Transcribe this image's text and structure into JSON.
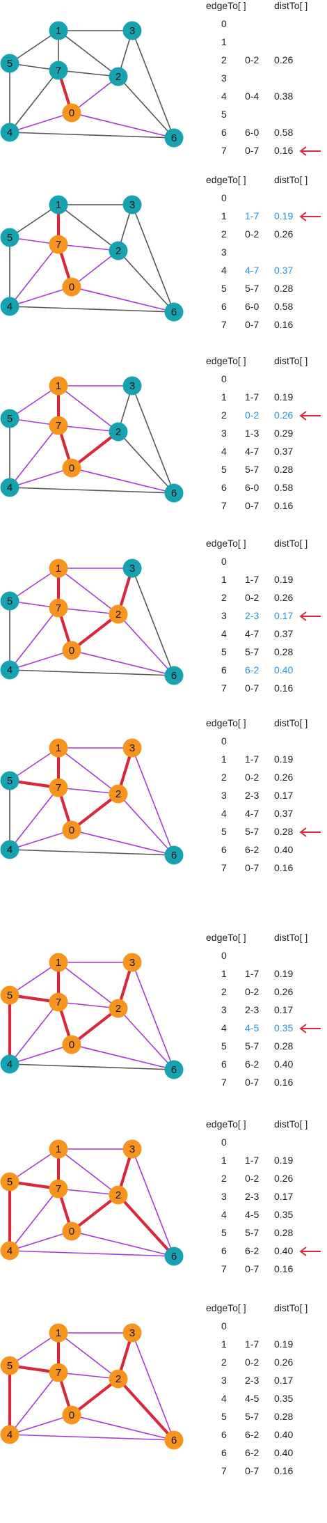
{
  "colors": {
    "tree_vertex": "#f7941d",
    "nontree_vertex": "#17a2b0",
    "tree_edge": "#d9273b",
    "crossing_edge": "#a43adb",
    "ineligible_edge": "#555555",
    "arrow": "#d9273b",
    "updated_text": "#2196e8"
  },
  "graph": {
    "vertices": [
      "0",
      "1",
      "2",
      "3",
      "4",
      "5",
      "6",
      "7"
    ],
    "edges": [
      {
        "id": "0-7",
        "u": 0,
        "v": 7
      },
      {
        "id": "2-3",
        "u": 2,
        "v": 3
      },
      {
        "id": "1-7",
        "u": 1,
        "v": 7
      },
      {
        "id": "0-2",
        "u": 0,
        "v": 2
      },
      {
        "id": "5-7",
        "u": 5,
        "v": 7
      },
      {
        "id": "1-3",
        "u": 1,
        "v": 3
      },
      {
        "id": "1-5",
        "u": 1,
        "v": 5
      },
      {
        "id": "2-7",
        "u": 2,
        "v": 7
      },
      {
        "id": "4-5",
        "u": 4,
        "v": 5
      },
      {
        "id": "1-2",
        "u": 1,
        "v": 2
      },
      {
        "id": "4-7",
        "u": 4,
        "v": 7
      },
      {
        "id": "0-4",
        "u": 0,
        "v": 4
      },
      {
        "id": "6-2",
        "u": 6,
        "v": 2
      },
      {
        "id": "3-6",
        "u": 3,
        "v": 6
      },
      {
        "id": "6-0",
        "u": 6,
        "v": 0
      },
      {
        "id": "6-4",
        "u": 6,
        "v": 4
      }
    ]
  },
  "table_headers": {
    "edge_to": "edgeTo[ ]",
    "dist_to": "distTo[ ]"
  },
  "steps": [
    {
      "tree": [
        0
      ],
      "tree_edges": [],
      "rows": [
        {
          "i": "0",
          "e": "",
          "d": "",
          "hl": false
        },
        {
          "i": "1",
          "e": "",
          "d": "",
          "hl": false
        },
        {
          "i": "2",
          "e": "0-2",
          "d": "0.26",
          "hl": false
        },
        {
          "i": "3",
          "e": "",
          "d": "",
          "hl": false
        },
        {
          "i": "4",
          "e": "0-4",
          "d": "0.38",
          "hl": false
        },
        {
          "i": "5",
          "e": "",
          "d": "",
          "hl": false
        },
        {
          "i": "6",
          "e": "6-0",
          "d": "0.58",
          "hl": false
        },
        {
          "i": "7",
          "e": "0-7",
          "d": "0.16",
          "hl": false
        }
      ],
      "arrow_row": 7,
      "pending": "0-7"
    },
    {
      "tree": [
        0,
        7
      ],
      "tree_edges": [
        "0-7"
      ],
      "rows": [
        {
          "i": "0",
          "e": "",
          "d": "",
          "hl": false
        },
        {
          "i": "1",
          "e": "1-7",
          "d": "0.19",
          "hl": true
        },
        {
          "i": "2",
          "e": "0-2",
          "d": "0.26",
          "hl": false
        },
        {
          "i": "3",
          "e": "",
          "d": "",
          "hl": false
        },
        {
          "i": "4",
          "e": "4-7",
          "d": "0.37",
          "hl": true
        },
        {
          "i": "5",
          "e": "5-7",
          "d": "0.28",
          "hl": false
        },
        {
          "i": "6",
          "e": "6-0",
          "d": "0.58",
          "hl": false
        },
        {
          "i": "7",
          "e": "0-7",
          "d": "0.16",
          "hl": false
        }
      ],
      "arrow_row": 1,
      "pending": "1-7"
    },
    {
      "tree": [
        0,
        7,
        1
      ],
      "tree_edges": [
        "0-7",
        "1-7"
      ],
      "rows": [
        {
          "i": "0",
          "e": "",
          "d": "",
          "hl": false
        },
        {
          "i": "1",
          "e": "1-7",
          "d": "0.19",
          "hl": false
        },
        {
          "i": "2",
          "e": "0-2",
          "d": "0.26",
          "hl": true
        },
        {
          "i": "3",
          "e": "1-3",
          "d": "0.29",
          "hl": false
        },
        {
          "i": "4",
          "e": "4-7",
          "d": "0.37",
          "hl": false
        },
        {
          "i": "5",
          "e": "5-7",
          "d": "0.28",
          "hl": false
        },
        {
          "i": "6",
          "e": "6-0",
          "d": "0.58",
          "hl": false
        },
        {
          "i": "7",
          "e": "0-7",
          "d": "0.16",
          "hl": false
        }
      ],
      "arrow_row": 2,
      "pending": "0-2"
    },
    {
      "tree": [
        0,
        7,
        1,
        2
      ],
      "tree_edges": [
        "0-7",
        "1-7",
        "0-2"
      ],
      "rows": [
        {
          "i": "0",
          "e": "",
          "d": "",
          "hl": false
        },
        {
          "i": "1",
          "e": "1-7",
          "d": "0.19",
          "hl": false
        },
        {
          "i": "2",
          "e": "0-2",
          "d": "0.26",
          "hl": false
        },
        {
          "i": "3",
          "e": "2-3",
          "d": "0.17",
          "hl": true
        },
        {
          "i": "4",
          "e": "4-7",
          "d": "0.37",
          "hl": false
        },
        {
          "i": "5",
          "e": "5-7",
          "d": "0.28",
          "hl": false
        },
        {
          "i": "6",
          "e": "6-2",
          "d": "0.40",
          "hl": true
        },
        {
          "i": "7",
          "e": "0-7",
          "d": "0.16",
          "hl": false
        }
      ],
      "arrow_row": 3,
      "pending": "2-3"
    },
    {
      "tree": [
        0,
        7,
        1,
        2,
        3
      ],
      "tree_edges": [
        "0-7",
        "1-7",
        "0-2",
        "2-3"
      ],
      "rows": [
        {
          "i": "0",
          "e": "",
          "d": "",
          "hl": false
        },
        {
          "i": "1",
          "e": "1-7",
          "d": "0.19",
          "hl": false
        },
        {
          "i": "2",
          "e": "0-2",
          "d": "0.26",
          "hl": false
        },
        {
          "i": "3",
          "e": "2-3",
          "d": "0.17",
          "hl": false
        },
        {
          "i": "4",
          "e": "4-7",
          "d": "0.37",
          "hl": false
        },
        {
          "i": "5",
          "e": "5-7",
          "d": "0.28",
          "hl": false
        },
        {
          "i": "6",
          "e": "6-2",
          "d": "0.40",
          "hl": false
        },
        {
          "i": "7",
          "e": "0-7",
          "d": "0.16",
          "hl": false
        }
      ],
      "arrow_row": 5,
      "pending": "5-7"
    },
    {
      "tree": [
        0,
        7,
        1,
        2,
        3,
        5
      ],
      "tree_edges": [
        "0-7",
        "1-7",
        "0-2",
        "2-3",
        "5-7"
      ],
      "rows": [
        {
          "i": "0",
          "e": "",
          "d": "",
          "hl": false
        },
        {
          "i": "1",
          "e": "1-7",
          "d": "0.19",
          "hl": false
        },
        {
          "i": "2",
          "e": "0-2",
          "d": "0.26",
          "hl": false
        },
        {
          "i": "3",
          "e": "2-3",
          "d": "0.17",
          "hl": false
        },
        {
          "i": "4",
          "e": "4-5",
          "d": "0.35",
          "hl": true
        },
        {
          "i": "5",
          "e": "5-7",
          "d": "0.28",
          "hl": false
        },
        {
          "i": "6",
          "e": "6-2",
          "d": "0.40",
          "hl": false
        },
        {
          "i": "7",
          "e": "0-7",
          "d": "0.16",
          "hl": false
        }
      ],
      "arrow_row": 4,
      "pending": "4-5"
    },
    {
      "tree": [
        0,
        7,
        1,
        2,
        3,
        5,
        4
      ],
      "tree_edges": [
        "0-7",
        "1-7",
        "0-2",
        "2-3",
        "5-7",
        "4-5"
      ],
      "rows": [
        {
          "i": "0",
          "e": "",
          "d": "",
          "hl": false
        },
        {
          "i": "1",
          "e": "1-7",
          "d": "0.19",
          "hl": false
        },
        {
          "i": "2",
          "e": "0-2",
          "d": "0.26",
          "hl": false
        },
        {
          "i": "3",
          "e": "2-3",
          "d": "0.17",
          "hl": false
        },
        {
          "i": "4",
          "e": "4-5",
          "d": "0.35",
          "hl": false
        },
        {
          "i": "5",
          "e": "5-7",
          "d": "0.28",
          "hl": false
        },
        {
          "i": "6",
          "e": "6-2",
          "d": "0.40",
          "hl": false
        },
        {
          "i": "7",
          "e": "0-7",
          "d": "0.16",
          "hl": false
        }
      ],
      "arrow_row": 6,
      "pending": "6-2"
    },
    {
      "tree": [
        0,
        7,
        1,
        2,
        3,
        5,
        4,
        6
      ],
      "tree_edges": [
        "0-7",
        "1-7",
        "0-2",
        "2-3",
        "5-7",
        "4-5",
        "6-2"
      ],
      "rows": [
        {
          "i": "0",
          "e": "",
          "d": "",
          "hl": false
        },
        {
          "i": "1",
          "e": "1-7",
          "d": "0.19",
          "hl": false
        },
        {
          "i": "2",
          "e": "0-2",
          "d": "0.26",
          "hl": false
        },
        {
          "i": "3",
          "e": "2-3",
          "d": "0.17",
          "hl": false
        },
        {
          "i": "4",
          "e": "4-5",
          "d": "0.35",
          "hl": false
        },
        {
          "i": "5",
          "e": "5-7",
          "d": "0.28",
          "hl": false
        },
        {
          "i": "6",
          "e": "6-2",
          "d": "0.40",
          "hl": false
        },
        {
          "i": "6",
          "e": "6-2",
          "d": "0.40",
          "hl": false
        },
        {
          "i": "7",
          "e": "0-7",
          "d": "0.16",
          "hl": false
        }
      ],
      "arrow_row": -1,
      "pending": ""
    }
  ]
}
